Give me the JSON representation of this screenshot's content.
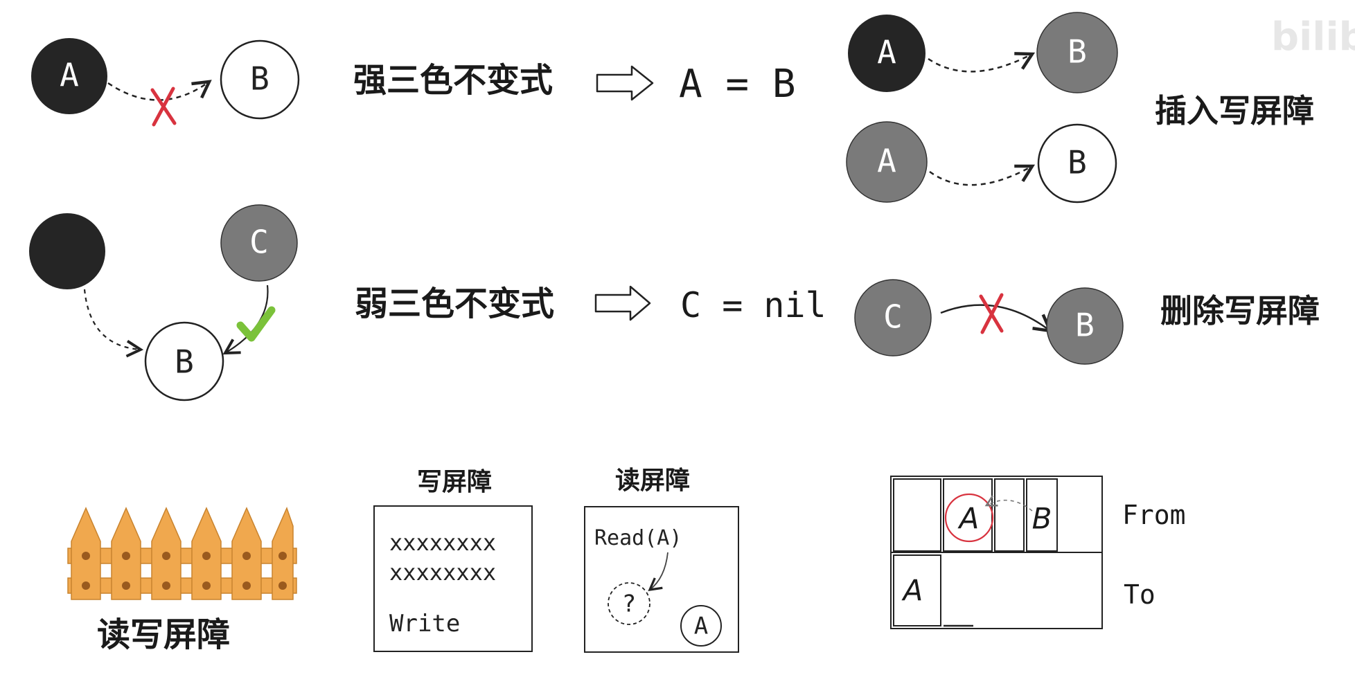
{
  "watermark": {
    "text": "bilibili"
  },
  "strong_invariant": {
    "node_a": "A",
    "node_b": "B",
    "label": "强三色不变式",
    "formula": "A = B"
  },
  "weak_invariant": {
    "node_c": "C",
    "node_b": "B",
    "label": "弱三色不变式",
    "formula": "C = nil"
  },
  "insert_barrier": {
    "row1": {
      "from": "A",
      "to": "B"
    },
    "row2": {
      "from": "A",
      "to": "B"
    },
    "label": "插入写屏障"
  },
  "delete_barrier": {
    "from": "C",
    "to": "B",
    "label": "删除写屏障"
  },
  "fence": {
    "label": "读写屏障"
  },
  "write_barrier_box": {
    "title": "写屏障",
    "line1": "xxxxxxxx",
    "line2": "xxxxxxxx",
    "footer": "Write"
  },
  "read_barrier_box": {
    "title": "读屏障",
    "call": "Read(A)",
    "unknown": "?",
    "result": "A"
  },
  "memory_regions": {
    "cell_a_from": "A",
    "cell_b_from": "B",
    "cell_a_to": "A",
    "label_from": "From",
    "label_to": "To"
  },
  "colors": {
    "black_node": "#252525",
    "grey_node": "#7a7a7a",
    "white_node": "#ffffff",
    "cross_red": "#d8333f",
    "check_green": "#7bc23a",
    "fence_fill": "#f0a84e",
    "fence_stroke": "#c8832e",
    "fence_dot": "#9a5a1e"
  }
}
